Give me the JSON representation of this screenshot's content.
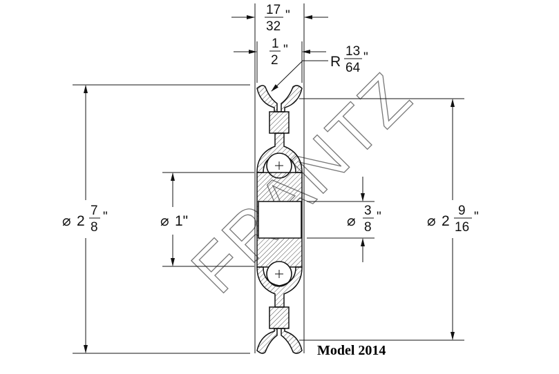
{
  "drawing": {
    "model_label": "Model 2014",
    "watermark": "FRANTZ",
    "dimensions": {
      "groove_width": {
        "whole": "",
        "num": "17",
        "den": "32",
        "unit": "\""
      },
      "hub_width": {
        "whole": "",
        "num": "1",
        "den": "2",
        "unit": "\""
      },
      "groove_radius": {
        "prefix": "R",
        "num": "13",
        "den": "64",
        "unit": "\""
      },
      "outer_diameter": {
        "symbol": "⌀",
        "whole": "2",
        "num": "7",
        "den": "8",
        "unit": "\""
      },
      "bearing_diameter": {
        "symbol": "⌀",
        "text": "1\""
      },
      "bore_diameter": {
        "symbol": "⌀",
        "whole": "",
        "num": "3",
        "den": "8",
        "unit": "\""
      },
      "groove_diameter": {
        "symbol": "⌀",
        "whole": "2",
        "num": "9",
        "den": "16",
        "unit": "\""
      }
    }
  }
}
